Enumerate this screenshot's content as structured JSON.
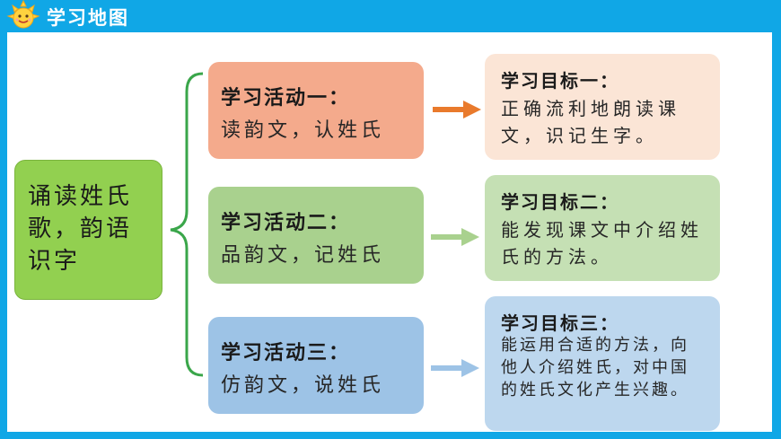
{
  "header": {
    "title": "学习地图",
    "bar_color": "#10a7e6",
    "icon": "sun-mascot-icon"
  },
  "center": {
    "text": "诵读姓氏歌，韵语识字",
    "color": "#92d050"
  },
  "activities": [
    {
      "title": "学习活动一：",
      "desc": "读韵文，认姓氏",
      "color": "#f4aa8c"
    },
    {
      "title": "学习活动二：",
      "desc": "品韵文，记姓氏",
      "color": "#a9d18e"
    },
    {
      "title": "学习活动三：",
      "desc": "仿韵文，说姓氏",
      "color": "#9dc3e6"
    }
  ],
  "goals": [
    {
      "title": "学习目标一：",
      "desc": "正确流利地朗读课文，识记生字。",
      "color": "#fbe5d6"
    },
    {
      "title": "学习目标二：",
      "desc": "能发现课文中介绍姓氏的方法。",
      "color": "#c5e0b4"
    },
    {
      "title": "学习目标三：",
      "desc": "能运用合适的方法，向他人介绍姓氏，对中国的姓氏文化产生兴趣。",
      "color": "#bdd7ee"
    }
  ],
  "arrows": [
    {
      "icon": "right-arrow-icon",
      "color": "#e97a2c"
    },
    {
      "icon": "right-arrow-icon",
      "color": "#a9d18e"
    },
    {
      "icon": "right-arrow-icon",
      "color": "#9dc3e6"
    }
  ]
}
